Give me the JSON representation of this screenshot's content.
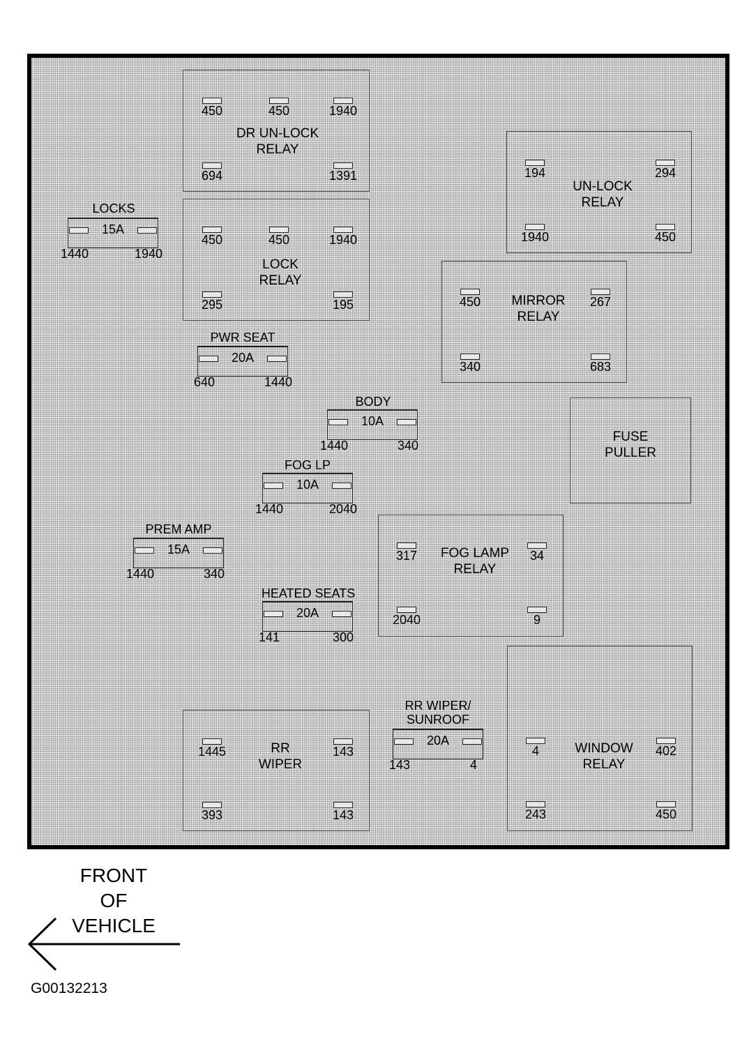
{
  "relays": [
    {
      "id": "dr-unlock-relay",
      "label": "DR UN-LOCK\nRELAY",
      "terminals": [
        "450",
        "450",
        "1940",
        "694",
        "1391"
      ]
    },
    {
      "id": "lock-relay",
      "label": "LOCK\nRELAY",
      "terminals": [
        "450",
        "450",
        "1940",
        "295",
        "195"
      ]
    },
    {
      "id": "unlock-relay",
      "label": "UN-LOCK\nRELAY",
      "terminals": [
        "194",
        "294",
        "1940",
        "450"
      ]
    },
    {
      "id": "mirror-relay",
      "label": "MIRROR\nRELAY",
      "terminals": [
        "450",
        "267",
        "340",
        "683"
      ]
    },
    {
      "id": "fog-lamp-relay",
      "label": "FOG LAMP\nRELAY",
      "terminals": [
        "317",
        "34",
        "2040",
        "9"
      ]
    },
    {
      "id": "rr-wiper-relay",
      "label": "RR\nWIPER",
      "terminals": [
        "1445",
        "143",
        "393",
        "143"
      ]
    },
    {
      "id": "window-relay",
      "label": "WINDOW\nRELAY",
      "terminals": [
        "4",
        "402",
        "243",
        "450"
      ]
    }
  ],
  "fuse_puller": {
    "label": "FUSE\nPULLER"
  },
  "fuses": [
    {
      "id": "locks",
      "name": "LOCKS",
      "rating": "15A",
      "left": "1440",
      "right": "1940"
    },
    {
      "id": "pwr-seat",
      "name": "PWR SEAT",
      "rating": "20A",
      "left": "640",
      "right": "1440"
    },
    {
      "id": "body",
      "name": "BODY",
      "rating": "10A",
      "left": "1440",
      "right": "340"
    },
    {
      "id": "fog-lp",
      "name": "FOG LP",
      "rating": "10A",
      "left": "1440",
      "right": "2040"
    },
    {
      "id": "prem-amp",
      "name": "PREM AMP",
      "rating": "15A",
      "left": "1440",
      "right": "340"
    },
    {
      "id": "heated-seats",
      "name": "HEATED SEATS",
      "rating": "20A",
      "left": "141",
      "right": "300"
    },
    {
      "id": "rr-wiper-sunroof",
      "name": "RR WIPER/\nSUNROOF",
      "rating": "20A",
      "left": "143",
      "right": "4"
    }
  ],
  "front_label": "FRONT\nOF\nVEHICLE",
  "figure_id": "G00132213"
}
